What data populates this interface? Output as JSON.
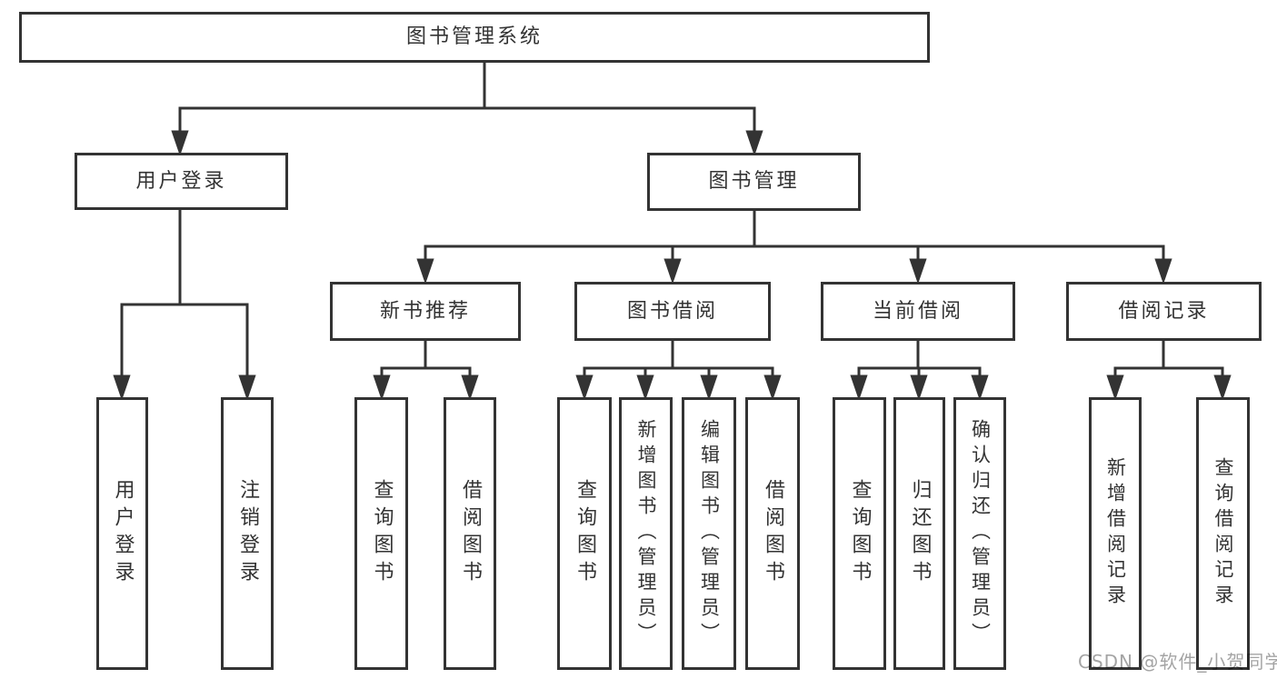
{
  "diagram": {
    "root": {
      "label": "图书管理系统"
    },
    "branches": [
      {
        "label": "用户登录",
        "leaves": [
          "用户登录",
          "注销登录"
        ]
      },
      {
        "label": "图书管理",
        "children": [
          {
            "label": "新书推荐",
            "leaves": [
              "查询图书",
              "借阅图书"
            ]
          },
          {
            "label": "图书借阅",
            "leaves": [
              "查询图书",
              "新增图书（管理员）",
              "编辑图书（管理员）",
              "借阅图书"
            ]
          },
          {
            "label": "当前借阅",
            "leaves": [
              "查询图书",
              "归还图书",
              "确认归还（管理员）"
            ]
          },
          {
            "label": "借阅记录",
            "leaves": [
              "新增借阅记录",
              "查询借阅记录"
            ]
          }
        ]
      }
    ]
  },
  "watermark": "CSDN @软件_小贺同学",
  "colors": {
    "line": "#333333",
    "box_border": "#333333",
    "text": "#333333",
    "watermark": "#9a9a9a",
    "background": "#ffffff"
  }
}
